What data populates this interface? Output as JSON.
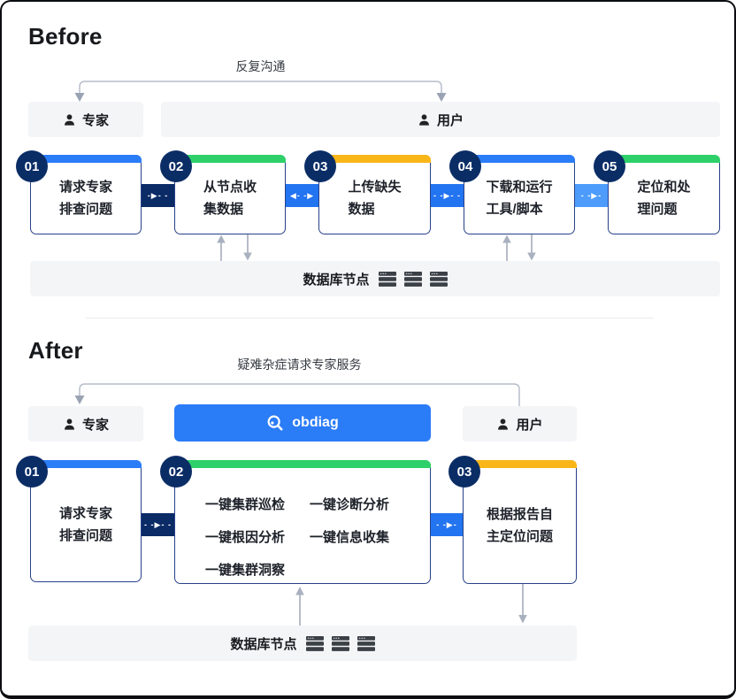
{
  "before": {
    "title": "Before",
    "comm_label": "反复沟通",
    "expert_label": "专家",
    "user_label": "用户",
    "cards": [
      {
        "num": "01",
        "accent": "blue",
        "lines": [
          "请求专家",
          "排查问题"
        ]
      },
      {
        "num": "02",
        "accent": "green",
        "lines": [
          "从节点收",
          "集数据"
        ]
      },
      {
        "num": "03",
        "accent": "yellow",
        "lines": [
          "上传缺失",
          "数据"
        ]
      },
      {
        "num": "04",
        "accent": "blue",
        "lines": [
          "下载和运行",
          "工具/脚本"
        ]
      },
      {
        "num": "05",
        "accent": "green",
        "lines": [
          "定位和处",
          "理问题"
        ]
      }
    ],
    "connectors": [
      {
        "pattern": "-▶- -",
        "color": "#0a2b66"
      },
      {
        "pattern": "◀- -▶",
        "color": "#2374f0"
      },
      {
        "pattern": "- -▶- -",
        "color": "#2374f0"
      },
      {
        "pattern": "- -▶-",
        "color": "#4d9cfb"
      }
    ],
    "db_label": "数据库节点"
  },
  "after": {
    "title": "After",
    "comm_label": "疑难杂症请求专家服务",
    "expert_label": "专家",
    "obdiag_label": "obdiag",
    "user_label": "用户",
    "cards": [
      {
        "num": "01",
        "accent": "blue",
        "lines": [
          "请求专家",
          "排查问题"
        ]
      },
      {
        "num": "02",
        "accent": "green",
        "features": [
          "一键集群巡检",
          "一键诊断分析",
          "一键根因分析",
          "一键信息收集",
          "一键集群洞察"
        ]
      },
      {
        "num": "03",
        "accent": "yellow",
        "lines": [
          "根据报告自",
          "主定位问题"
        ]
      }
    ],
    "connectors": [
      {
        "pattern": "- -▶- -",
        "color": "#0a2b66"
      },
      {
        "pattern": "- -▶-",
        "color": "#2374f0"
      }
    ],
    "db_label": "数据库节点"
  },
  "icons": {
    "person": "person-icon",
    "server": "server-rack-icon",
    "obdiag": "magnifier-icon",
    "flow_arrows": "dashed-arrow-icons",
    "gray_arrows": "up-down-arrow-icons"
  },
  "colors": {
    "accent_blue": "#2b7cf7",
    "accent_green": "#2ed06a",
    "accent_yellow": "#f8b619",
    "badge_navy": "#0b2d66",
    "connector_navy": "#0a2b66",
    "connector_blue": "#2374f0",
    "connector_light_blue": "#4d9cfb",
    "arrow_gray": "#a9b0bf",
    "box_gray": "#f4f5f7",
    "card_border_navy": "#27418a"
  }
}
